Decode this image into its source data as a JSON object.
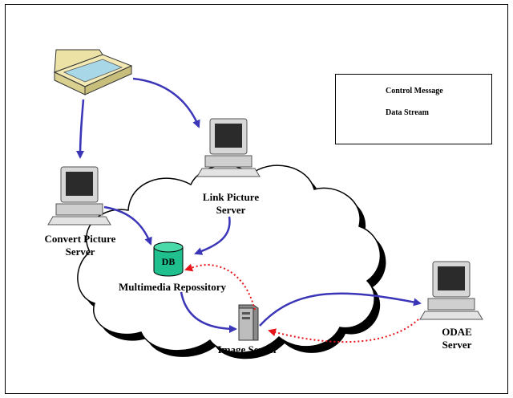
{
  "legend": {
    "control_label": "Control Message",
    "data_label": "Data Stream",
    "control_color": "#e8141a",
    "data_color": "#3b35b8"
  },
  "nodes": {
    "scanner": {
      "icon": "scanner-icon"
    },
    "link_picture_server": {
      "label": "Link Picture\nServer",
      "icon": "computer-icon"
    },
    "convert_picture_server": {
      "label": "Convert Picture\nServer",
      "icon": "computer-icon"
    },
    "db": {
      "label": "DB",
      "icon": "database-cylinder-icon",
      "color": "#1fc08e"
    },
    "repository": {
      "label": "Multimedia Repossitory"
    },
    "image_server": {
      "label": "Image Server",
      "icon": "server-tower-icon"
    },
    "odae_server": {
      "label": "ODAE\nServer",
      "icon": "computer-icon"
    }
  },
  "cloud": {
    "icon": "network-cloud-icon"
  }
}
